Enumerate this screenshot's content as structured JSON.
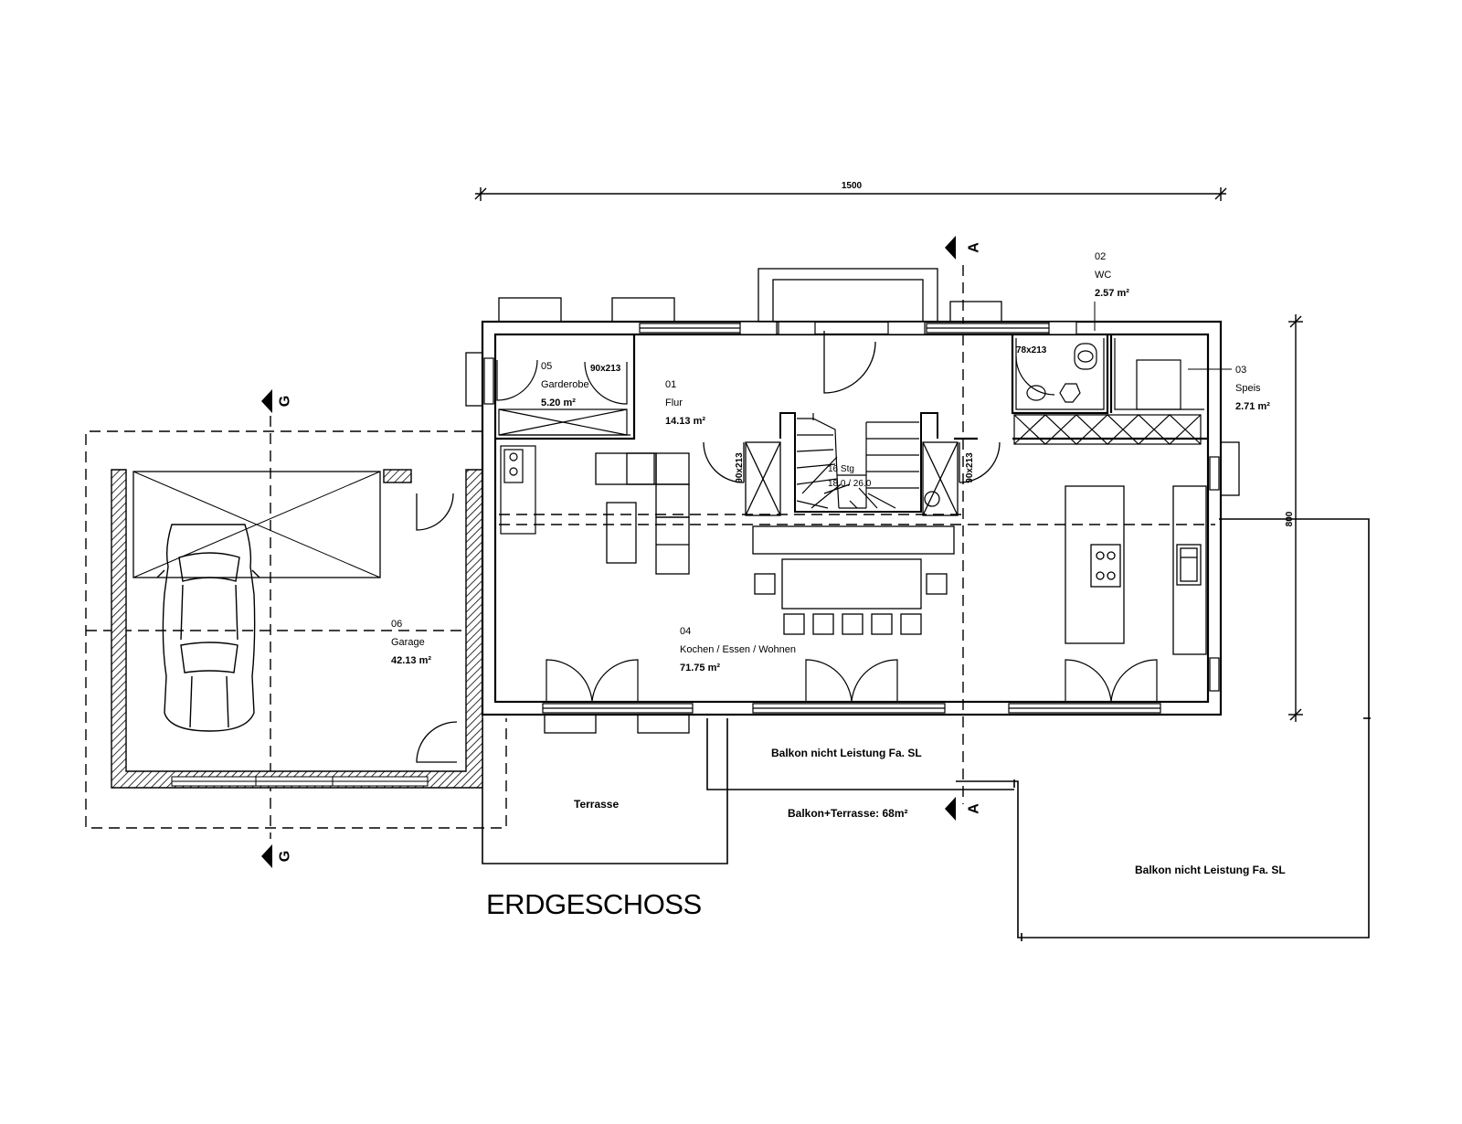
{
  "title": "ERDGESCHOSS",
  "dimensions": {
    "width": "1500",
    "depth": "800"
  },
  "section_markers": {
    "a": "A",
    "g": "G"
  },
  "rooms": [
    {
      "number": "01",
      "name": "Flur",
      "area": "14.13"
    },
    {
      "number": "02",
      "name": "WC",
      "area": "2.57"
    },
    {
      "number": "03",
      "name": "Speis",
      "area": "2.71"
    },
    {
      "number": "04",
      "name": "Kochen / Essen / Wohnen",
      "area": "71.75"
    },
    {
      "number": "05",
      "name": "Garderobe",
      "area": "5.20"
    },
    {
      "number": "06",
      "name": "Garage",
      "area": "42.13"
    }
  ],
  "area_unit": "m²",
  "doors": {
    "garderobe": "90x213",
    "wc": "78x213",
    "left_stair": "90x213",
    "right_stair": "90x213"
  },
  "stair": {
    "steps": "16 Stg",
    "ratio": "18.0 / 26.0"
  },
  "outdoor": {
    "terrace": "Terrasse",
    "balcony_1": "Balkon nicht Leistung Fa. SL",
    "balcony_2": "Balkon nicht Leistung Fa. SL",
    "combined_area": "Balkon+Terrasse: 68m²"
  }
}
